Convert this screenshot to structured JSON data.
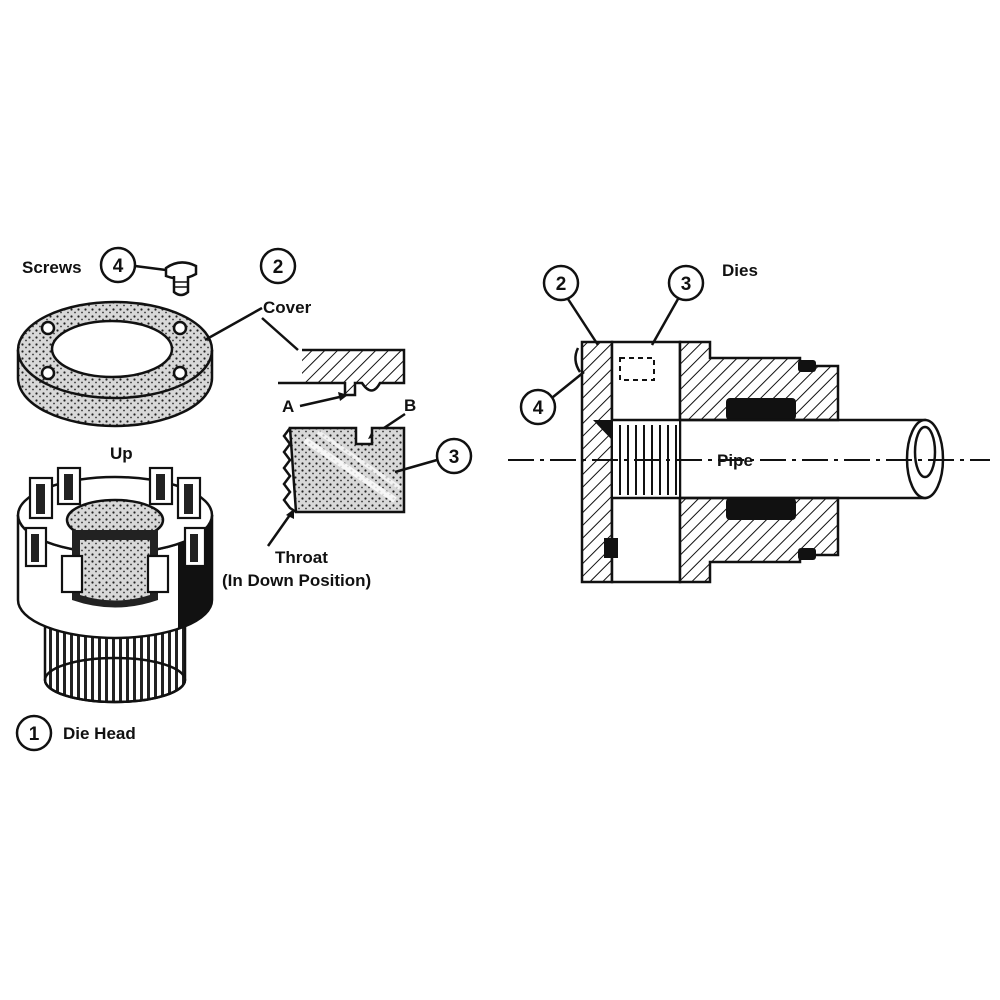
{
  "left": {
    "screws_label": "Screws",
    "screws_callout": "4",
    "cover_callout": "2",
    "cover_label": "Cover",
    "point_a": "A",
    "point_b": "B",
    "die_callout": "3",
    "up_label": "Up",
    "throat_label": "Throat",
    "throat_sub": "(In Down Position)",
    "die_head_callout": "1",
    "die_head_label": "Die Head"
  },
  "right": {
    "cover_callout": "2",
    "dies_callout": "3",
    "dies_label": "Dies",
    "screw_callout": "4",
    "pipe_label": "Pipe"
  }
}
